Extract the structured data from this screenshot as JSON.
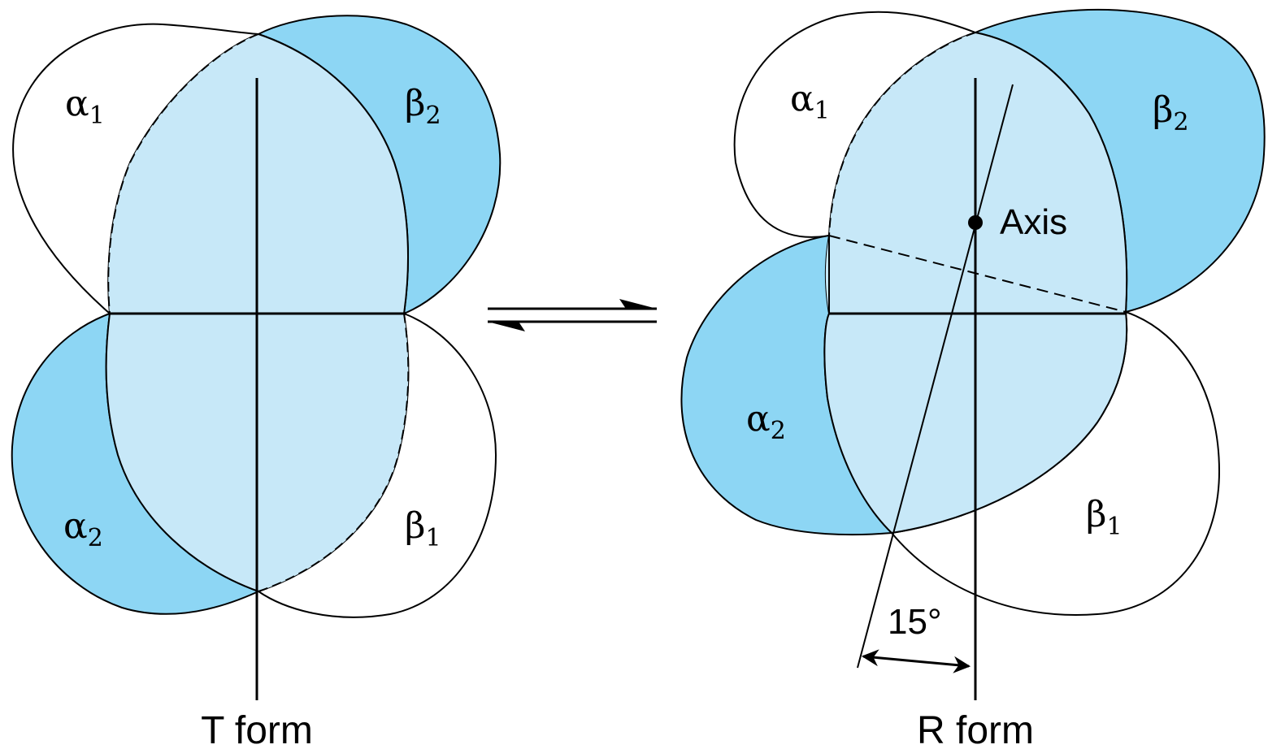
{
  "colors": {
    "light_blue": "#c7e8f8",
    "dark_blue": "#8dd6f4",
    "stroke": "#000000",
    "background": "#ffffff"
  },
  "t_form": {
    "caption": "T form",
    "alpha1": {
      "symbol": "α",
      "sub": "1"
    },
    "beta2": {
      "symbol": "β",
      "sub": "2"
    },
    "alpha2": {
      "symbol": "α",
      "sub": "2"
    },
    "beta1": {
      "symbol": "β",
      "sub": "1"
    }
  },
  "r_form": {
    "caption": "R form",
    "alpha1": {
      "symbol": "α",
      "sub": "1"
    },
    "beta2": {
      "symbol": "β",
      "sub": "2"
    },
    "alpha2": {
      "symbol": "α",
      "sub": "2"
    },
    "beta1": {
      "symbol": "β",
      "sub": "1"
    },
    "axis_label": "Axis",
    "angle_label": "15°"
  },
  "equilibrium_icon": "equilibrium-arrows"
}
